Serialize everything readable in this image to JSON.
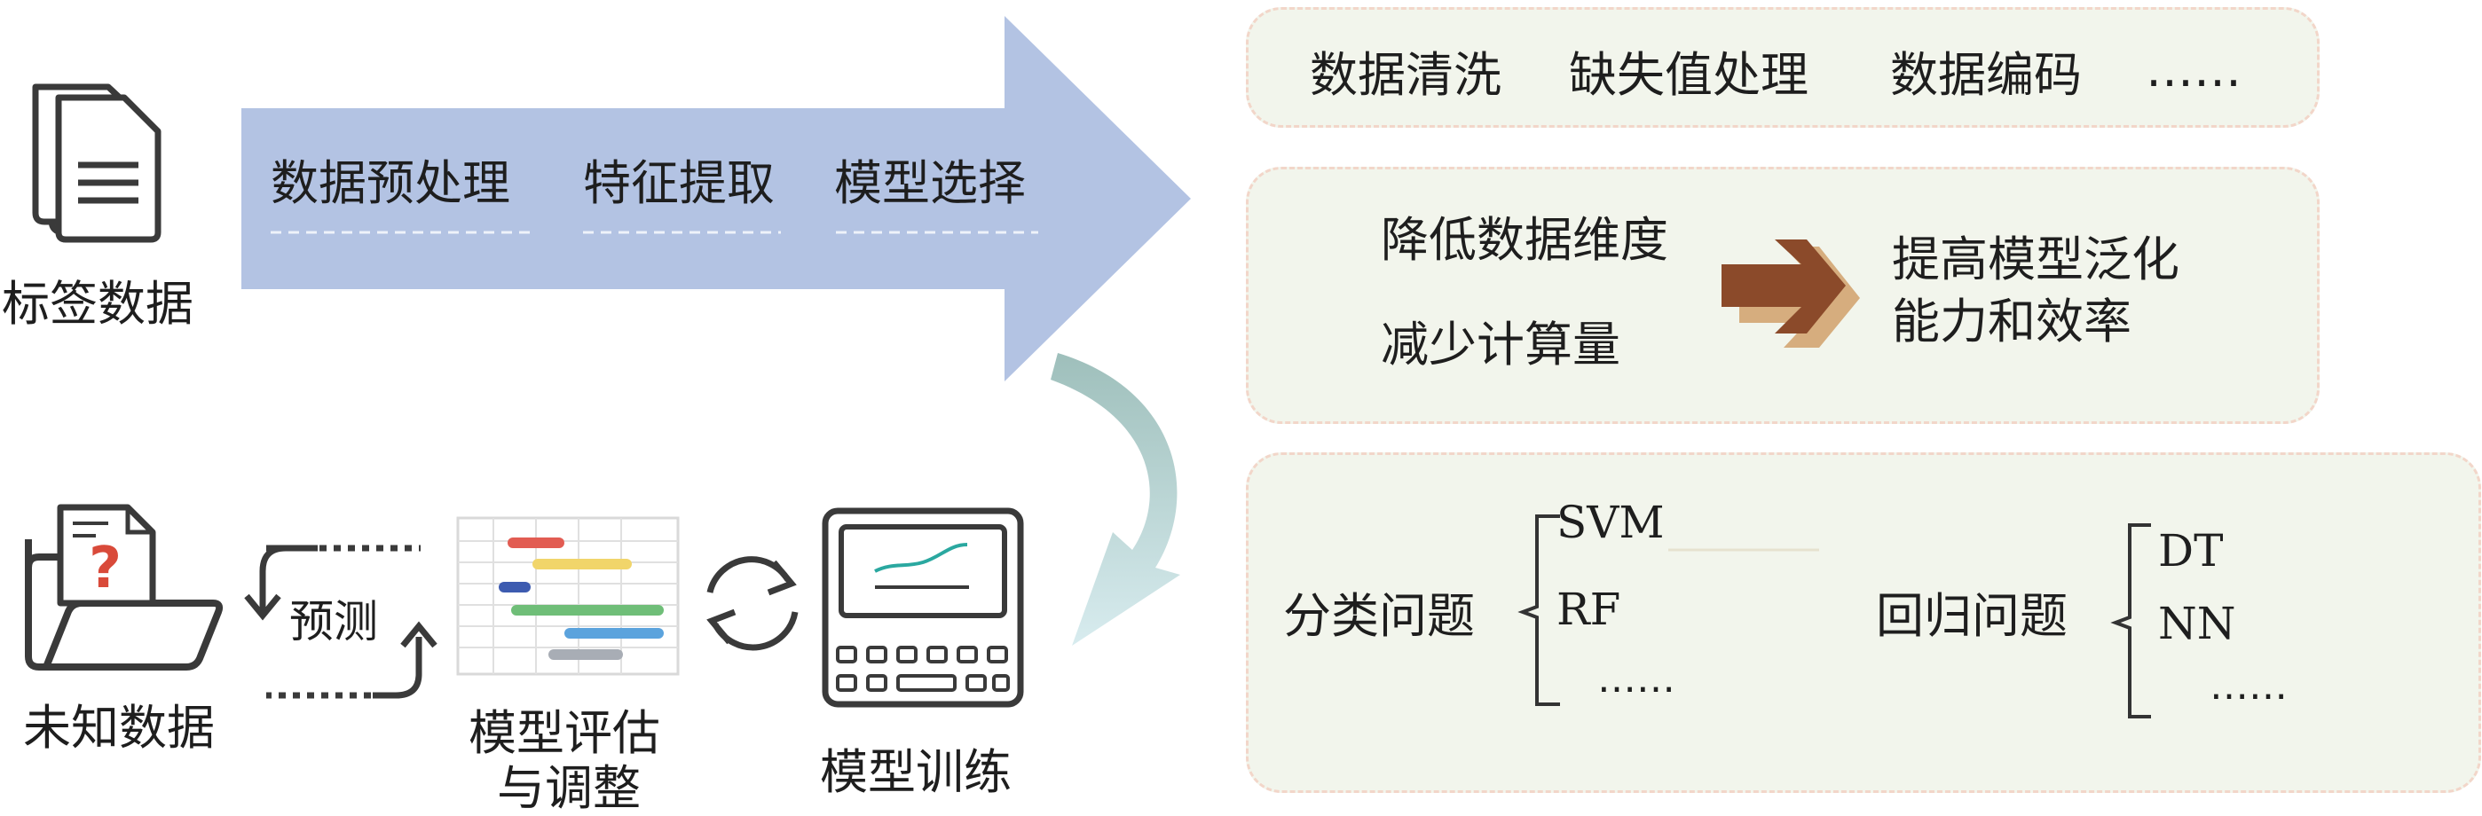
{
  "labeled_data": "标签数据",
  "unknown_data": "未知数据",
  "arrow_steps": [
    "数据预处理",
    "特征提取",
    "模型选择"
  ],
  "predict": "预测",
  "model_eval": [
    "模型评估",
    "与调整"
  ],
  "model_train": "模型训练",
  "preprocess_panel": {
    "items": [
      "数据清洗",
      "缺失值处理",
      "数据编码",
      "……"
    ]
  },
  "feature_panel": {
    "left": [
      "降低数据维度",
      "减少计算量"
    ],
    "right": [
      "提高模型泛化",
      "能力和效率"
    ]
  },
  "model_panel": {
    "classification": {
      "label": "分类问题",
      "items": [
        "SVM",
        "RF",
        "……"
      ]
    },
    "regression": {
      "label": "回归问题",
      "items": [
        "DT",
        "NN",
        "……"
      ]
    }
  },
  "colors": {
    "big_arrow": "#b3c3e3",
    "panel_fill": "#f2f5ec",
    "panel_border": "#f2d6c9",
    "curved_arrow": "#a9cfcb",
    "brown_arrow": "#8b4a2a",
    "tan_arrow": "#d6ad7e",
    "icon_dark": "#3a3a3a",
    "question_mark": "#d94a3a"
  }
}
